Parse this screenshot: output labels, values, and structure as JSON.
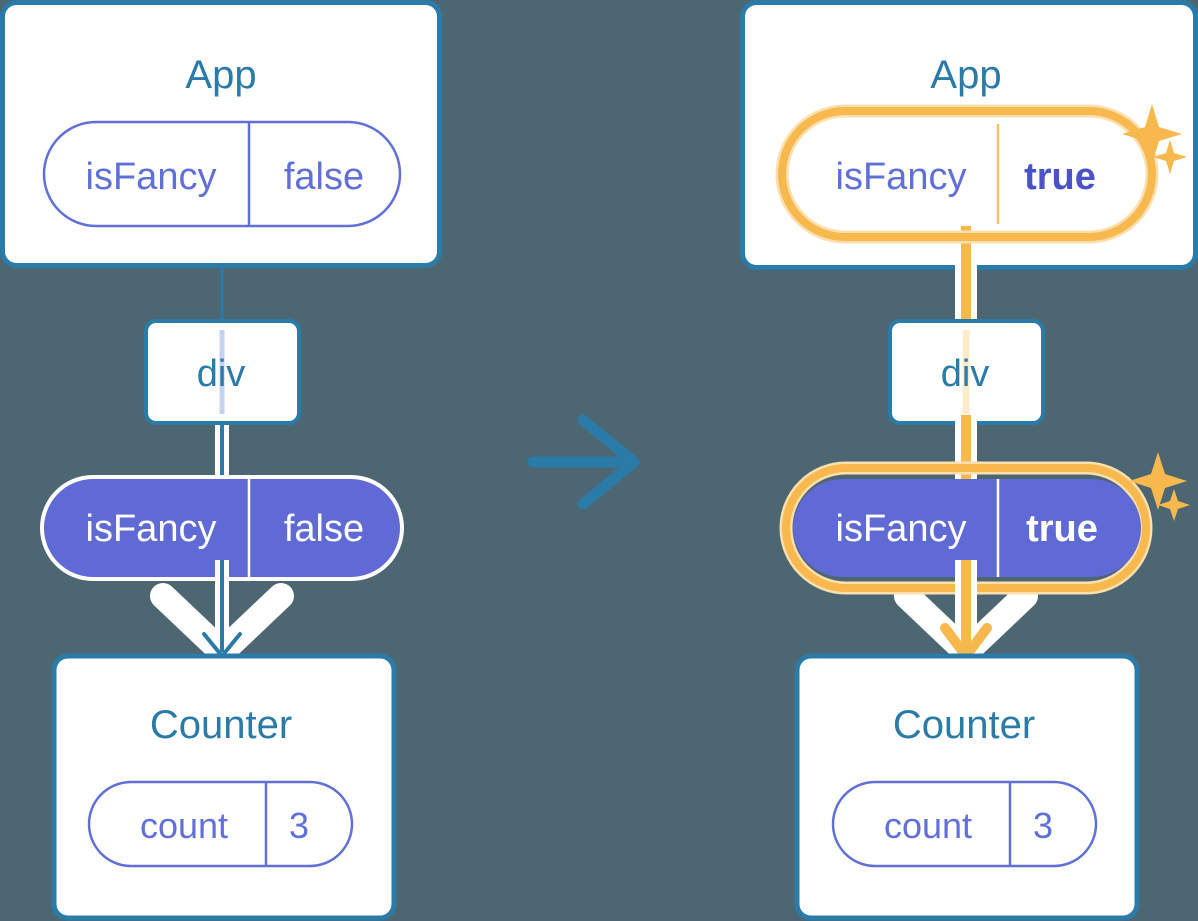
{
  "meta": {
    "background_color": "#4c6672",
    "title_color": "#2b7ba8",
    "box_border_color": "#2b7ba8",
    "box_fill_color": "#ffffff",
    "pill_outline_color": "#6070d8",
    "pill_fill_color": "#5f6ad4",
    "pill_text_color": "#6070d8",
    "pill_text_color_inverse": "#ffffff",
    "highlight_color": "#f7b84e",
    "highlight_glow_color": "#fbdfae",
    "arrow_white_color": "#ffffff",
    "transition_arrow_color": "#2b7ba8"
  },
  "transition": {
    "icon": "arrow-right-icon",
    "direction": "right"
  },
  "panels": [
    {
      "id": "before",
      "app": {
        "title": "App",
        "state": {
          "name": "isFancy",
          "value": "false",
          "highlighted": false,
          "bold_value": false,
          "filled": false
        }
      },
      "div": {
        "label": "div"
      },
      "props": {
        "name": "isFancy",
        "value": "false",
        "highlighted": false,
        "bold_value": false,
        "filled": true
      },
      "counter": {
        "title": "Counter",
        "state": {
          "name": "count",
          "value": "3",
          "highlighted": false,
          "bold_value": false,
          "filled": false
        }
      },
      "flow_color": "#2b7ba8",
      "sparkles": []
    },
    {
      "id": "after",
      "app": {
        "title": "App",
        "state": {
          "name": "isFancy",
          "value": "true",
          "highlighted": true,
          "bold_value": true,
          "filled": false
        }
      },
      "div": {
        "label": "div"
      },
      "props": {
        "name": "isFancy",
        "value": "true",
        "highlighted": true,
        "bold_value": true,
        "filled": true
      },
      "counter": {
        "title": "Counter",
        "state": {
          "name": "count",
          "value": "3",
          "highlighted": false,
          "bold_value": false,
          "filled": false
        }
      },
      "flow_color": "#f7b84e",
      "sparkles": [
        {
          "name": "sparkle-large-app"
        },
        {
          "name": "sparkle-small-app"
        },
        {
          "name": "sparkle-large-props"
        },
        {
          "name": "sparkle-small-props"
        }
      ]
    }
  ]
}
